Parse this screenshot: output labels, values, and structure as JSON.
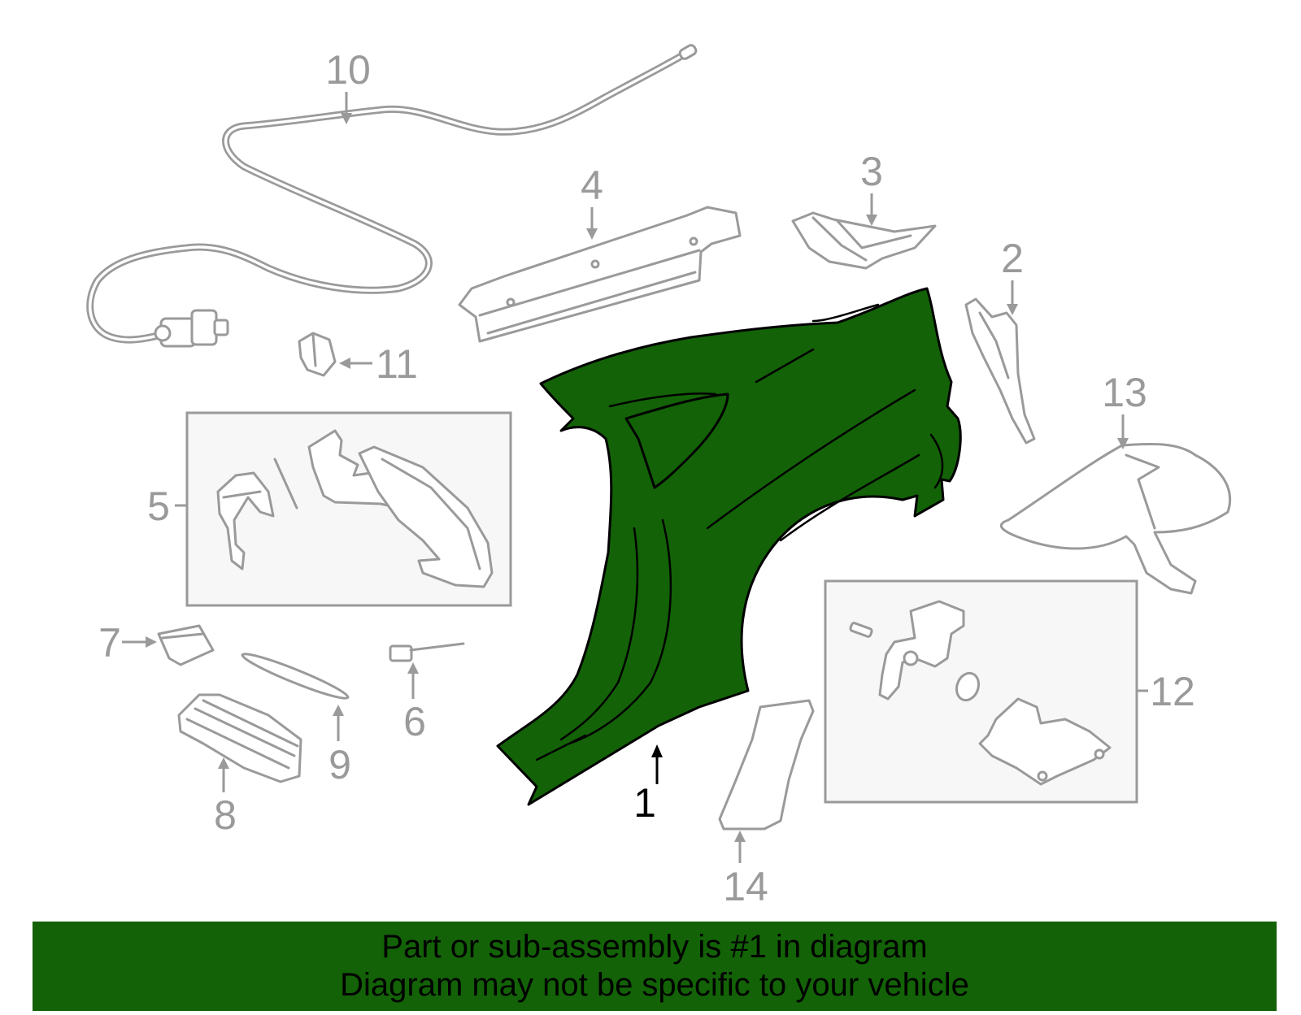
{
  "callouts": {
    "c1": "1",
    "c2": "2",
    "c3": "3",
    "c4": "4",
    "c5": "5",
    "c6": "6",
    "c7": "7",
    "c8": "8",
    "c9": "9",
    "c10": "10",
    "c11": "11",
    "c12": "12",
    "c13": "13",
    "c14": "14"
  },
  "banner": {
    "line1": "Part or sub-assembly is #1 in diagram",
    "line2": "Diagram may not be specific to your vehicle"
  },
  "colors": {
    "highlight": "#136207",
    "part_outline": "#9a9a9a",
    "box_fill": "#f7f7f7"
  }
}
